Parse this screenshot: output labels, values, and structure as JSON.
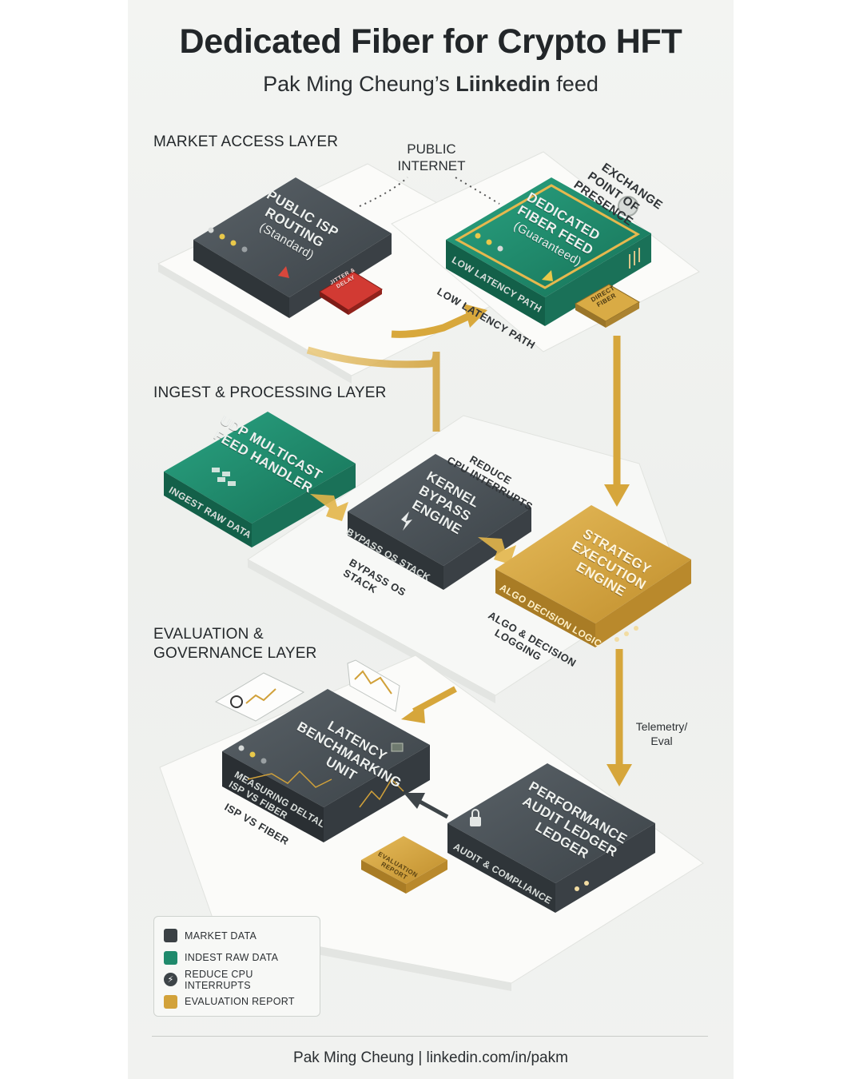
{
  "title": "Dedicated Fiber for Crypto HFT",
  "subtitle": {
    "prefix": "Pak Ming Cheung’s ",
    "brand": "Liinkedin",
    "suffix": " feed"
  },
  "layers": {
    "market": "MARKET ACCESS LAYER",
    "ingest": "INGEST & PROCESSING LAYER",
    "eval_line1": "EVALUATION &",
    "eval_line2": "GOVERNANCE LAYER"
  },
  "tags": {
    "public_internet_1": "PUBLIC",
    "public_internet_2": "INTERNET",
    "exchange_1": "EXCHANGE",
    "exchange_2": "POINT OF",
    "exchange_3": "PRESENCE",
    "low_latency_path": "LOW LATENCY PATH",
    "reduce_1": "REDUCE",
    "reduce_2": "CPU INTERRUPTS",
    "bypass_1": "BYPASS OS",
    "bypass_2": "STACK",
    "algo_1": "ALGO & DECISION",
    "algo_2": "LOGGING",
    "telemetry_1": "Telemetry/",
    "telemetry_2": "Eval",
    "isp_vs_fiber": "ISP VS FIBER"
  },
  "boxes": {
    "public_isp": {
      "l1": "PUBLIC ISP",
      "l2": "ROUTING",
      "l3": "(Standard)"
    },
    "dedicated_fiber": {
      "l1": "DEDICATED",
      "l2": "FIBER FEED",
      "l3": "(Guaranteed)",
      "sub": "LOW LATENCY PATH"
    },
    "udp": {
      "l1": "UDP MULTICAST",
      "l2": "FEED HANDLER",
      "sub": "INGEST RAW DATA"
    },
    "kernel": {
      "l1": "KERNEL",
      "l2": "BYPASS",
      "l3": "ENGINE",
      "sub": "BYPASS OS STACK"
    },
    "strategy": {
      "l1": "STRATEGY",
      "l2": "EXECUTION",
      "l3": "ENGINE",
      "sub": "ALGO DECISION LOGIC"
    },
    "latency": {
      "l1": "LATENCY",
      "l2": "BENCHMARKING",
      "l3": "UNIT",
      "sub1": "MEASURING DELTAL",
      "sub2": "ISP VS FIBER"
    },
    "audit": {
      "l1": "PERFORMANCE",
      "l2": "AUDIT LEDGER",
      "l3": "LEDGER",
      "sub": "AUDIT & COMPLIANCE"
    },
    "chip_red": {
      "l1": "JITTER &",
      "l2": "DELAY"
    },
    "chip_gold": {
      "l1": "DIRECT",
      "l2": "FIBER"
    },
    "report_chip": {
      "l1": "EVALUATION",
      "l2": "REPORT"
    }
  },
  "legend": [
    {
      "label": "MARKET DATA",
      "color": "#3b4145",
      "icon": "square"
    },
    {
      "label": "INDEST RAW DATA",
      "color": "#1f8a6c",
      "icon": "square"
    },
    {
      "label": "REDUCE CPU INTERRUPTS",
      "color": "#3d4448",
      "icon": "lightning-icon"
    },
    {
      "label": "EVALUATION REPORT",
      "color": "#d2a23a",
      "icon": "square"
    }
  ],
  "footer": "Pak Ming Cheung | linkedin.com/in/pakm",
  "colors": {
    "slate": "#454c52",
    "teal": "#1f8a6c",
    "gold": "#d4a33e",
    "red": "#d23a33",
    "arrow": "#dcae45",
    "platform": "#f8f8f6"
  }
}
